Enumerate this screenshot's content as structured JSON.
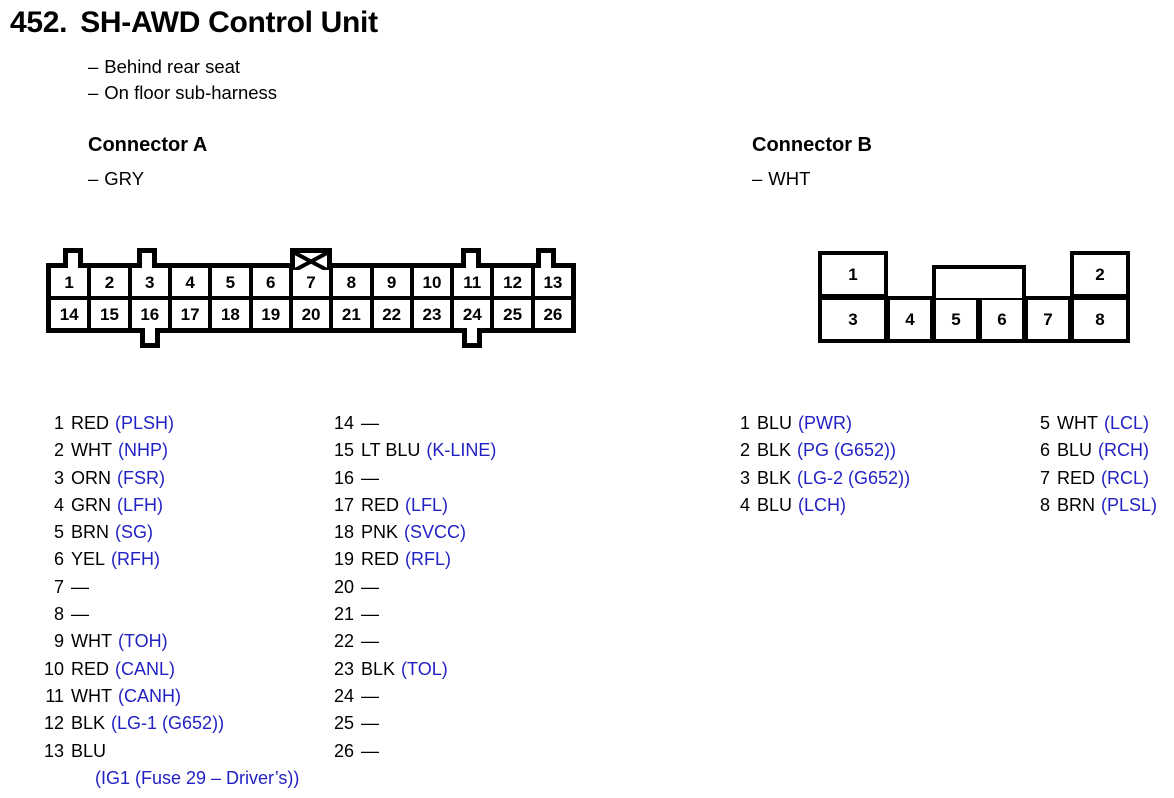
{
  "header": {
    "number": "452.",
    "title": "SH-AWD Control Unit",
    "notes": [
      {
        "dash": "–",
        "text": "Behind rear seat"
      },
      {
        "dash": "–",
        "text": "On floor sub-harness"
      }
    ]
  },
  "connector_a": {
    "heading": "Connector A",
    "color_dash": "–",
    "color": "GRY",
    "diagram": {
      "top_pins": [
        "1",
        "2",
        "3",
        "4",
        "5",
        "6",
        "7",
        "8",
        "9",
        "10",
        "11",
        "12",
        "13"
      ],
      "bottom_pins": [
        "14",
        "15",
        "16",
        "17",
        "18",
        "19",
        "20",
        "21",
        "22",
        "23",
        "24",
        "25",
        "26"
      ],
      "top_tab_pins": [
        1,
        3,
        11,
        13
      ],
      "bottom_tab_pins": [
        16,
        24
      ],
      "latch_above_pin": 7,
      "latch_icon": "x-latch-icon"
    },
    "pins_col1": [
      {
        "no": "1",
        "wire": "RED",
        "sig": "(PLSH)"
      },
      {
        "no": "2",
        "wire": "WHT",
        "sig": "(NHP)"
      },
      {
        "no": "3",
        "wire": "ORN",
        "sig": "(FSR)"
      },
      {
        "no": "4",
        "wire": "GRN",
        "sig": "(LFH)"
      },
      {
        "no": "5",
        "wire": "BRN",
        "sig": "(SG)"
      },
      {
        "no": "6",
        "wire": "YEL",
        "sig": "(RFH)"
      },
      {
        "no": "7",
        "wire": "—",
        "sig": ""
      },
      {
        "no": "8",
        "wire": "—",
        "sig": ""
      },
      {
        "no": "9",
        "wire": "WHT",
        "sig": "(TOH)"
      },
      {
        "no": "10",
        "wire": "RED",
        "sig": "(CANL)"
      },
      {
        "no": "11",
        "wire": "WHT",
        "sig": "(CANH)"
      },
      {
        "no": "12",
        "wire": "BLK",
        "sig": "(LG-1 (G652))"
      },
      {
        "no": "13",
        "wire": "BLU",
        "sig": "",
        "cont": "(IG1 (Fuse 29 – Driver’s))"
      }
    ],
    "pins_col2": [
      {
        "no": "14",
        "wire": "—",
        "sig": ""
      },
      {
        "no": "15",
        "wire": "LT BLU",
        "sig": "(K-LINE)"
      },
      {
        "no": "16",
        "wire": "—",
        "sig": ""
      },
      {
        "no": "17",
        "wire": "RED",
        "sig": "(LFL)"
      },
      {
        "no": "18",
        "wire": "PNK",
        "sig": "(SVCC)"
      },
      {
        "no": "19",
        "wire": "RED",
        "sig": "(RFL)"
      },
      {
        "no": "20",
        "wire": "—",
        "sig": ""
      },
      {
        "no": "21",
        "wire": "—",
        "sig": ""
      },
      {
        "no": "22",
        "wire": "—",
        "sig": ""
      },
      {
        "no": "23",
        "wire": "BLK",
        "sig": "(TOL)"
      },
      {
        "no": "24",
        "wire": "—",
        "sig": ""
      },
      {
        "no": "25",
        "wire": "—",
        "sig": ""
      },
      {
        "no": "26",
        "wire": "—",
        "sig": ""
      }
    ]
  },
  "connector_b": {
    "heading": "Connector B",
    "color_dash": "–",
    "color": "WHT",
    "diagram": {
      "top_pins": [
        "1",
        "2"
      ],
      "bottom_pins": [
        "3",
        "4",
        "5",
        "6",
        "7",
        "8"
      ],
      "blank_top_cell": true
    },
    "pins_col1": [
      {
        "no": "1",
        "wire": "BLU",
        "sig": "(PWR)"
      },
      {
        "no": "2",
        "wire": "BLK",
        "sig": "(PG (G652))"
      },
      {
        "no": "3",
        "wire": "BLK",
        "sig": "(LG-2 (G652))"
      },
      {
        "no": "4",
        "wire": "BLU",
        "sig": "(LCH)"
      }
    ],
    "pins_col2": [
      {
        "no": "5",
        "wire": "WHT",
        "sig": "(LCL)"
      },
      {
        "no": "6",
        "wire": "BLU",
        "sig": "(RCH)"
      },
      {
        "no": "7",
        "wire": "RED",
        "sig": "(RCL)"
      },
      {
        "no": "8",
        "wire": "BRN",
        "sig": "(PLSL)"
      }
    ]
  },
  "colors": {
    "signal_blue": "#2222c4",
    "text_black": "#000000",
    "background": "#ffffff"
  }
}
